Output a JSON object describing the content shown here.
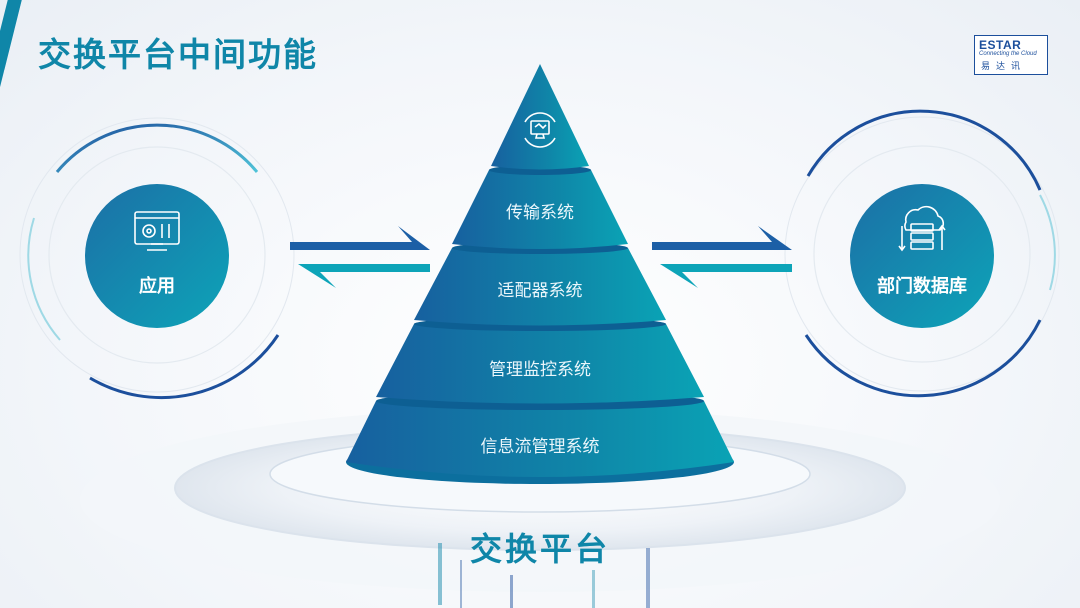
{
  "slide": {
    "title": "交换平台中间功能"
  },
  "logo": {
    "brand": "ESTAR",
    "tagline": "Connecting the Cloud",
    "chinese": "易达讯"
  },
  "left_node": {
    "label": "应用",
    "icon": "app-settings-icon"
  },
  "right_node": {
    "label": "部门数据库",
    "icon": "cloud-database-icon"
  },
  "pyramid": {
    "top_icon": "monitor-sync-icon",
    "tiers": [
      "传输系统",
      "适配器系统",
      "管理监控系统",
      "信息流管理系统"
    ]
  },
  "base": {
    "label": "交换平台"
  },
  "colors": {
    "primary": "#0f86a8",
    "dark": "#1c4f9c",
    "gradient_end": "#0b97b3"
  }
}
